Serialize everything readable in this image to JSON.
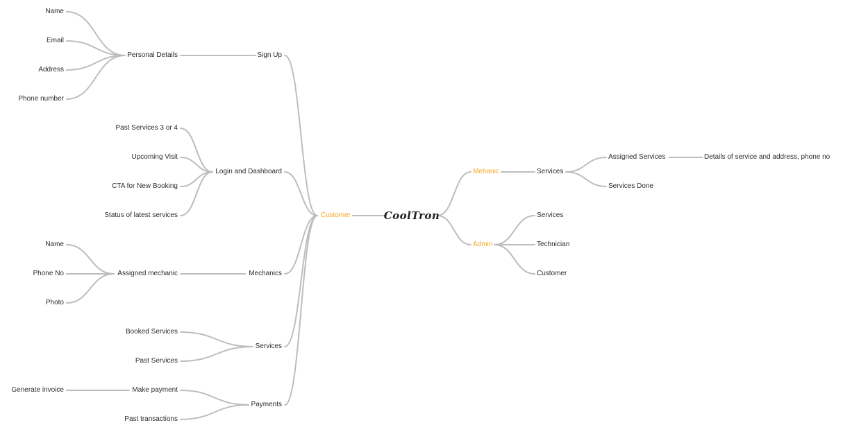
{
  "root": "CoolTron",
  "colors": {
    "edge": "#bdbdbd",
    "accent": "#f5a623",
    "text": "#2b2b2b"
  },
  "customer": {
    "label": "Customer",
    "signup": {
      "label": "Sign Up",
      "personal_details": "Personal Details",
      "fields": [
        "Name",
        "Email",
        "Address",
        "Phone number"
      ]
    },
    "login": {
      "label": "Login and Dashboard",
      "items": [
        "Past Services 3 or 4",
        "Upcoming Visit",
        "CTA for New Booking",
        "Status of latest services"
      ]
    },
    "mechanics": {
      "label": "Mechanics",
      "assigned": "Assigned mechanic",
      "fields": [
        "Name",
        "Phone No",
        "Photo"
      ]
    },
    "services": {
      "label": "Services",
      "items": [
        "Booked Services",
        "Past Services"
      ]
    },
    "payments": {
      "label": "Payments",
      "make_payment": "Make payment",
      "generate_invoice": "Generate invoice",
      "past_transactions": "Past transactions"
    }
  },
  "mechanic": {
    "label": "Mehanic",
    "services": "Services",
    "assigned_services": "Assigned Services",
    "details": "Details of service and address, phone no",
    "services_done": "Services Done"
  },
  "admin": {
    "label": "Admin",
    "items": [
      "Services",
      "Technician",
      "Customer"
    ]
  }
}
